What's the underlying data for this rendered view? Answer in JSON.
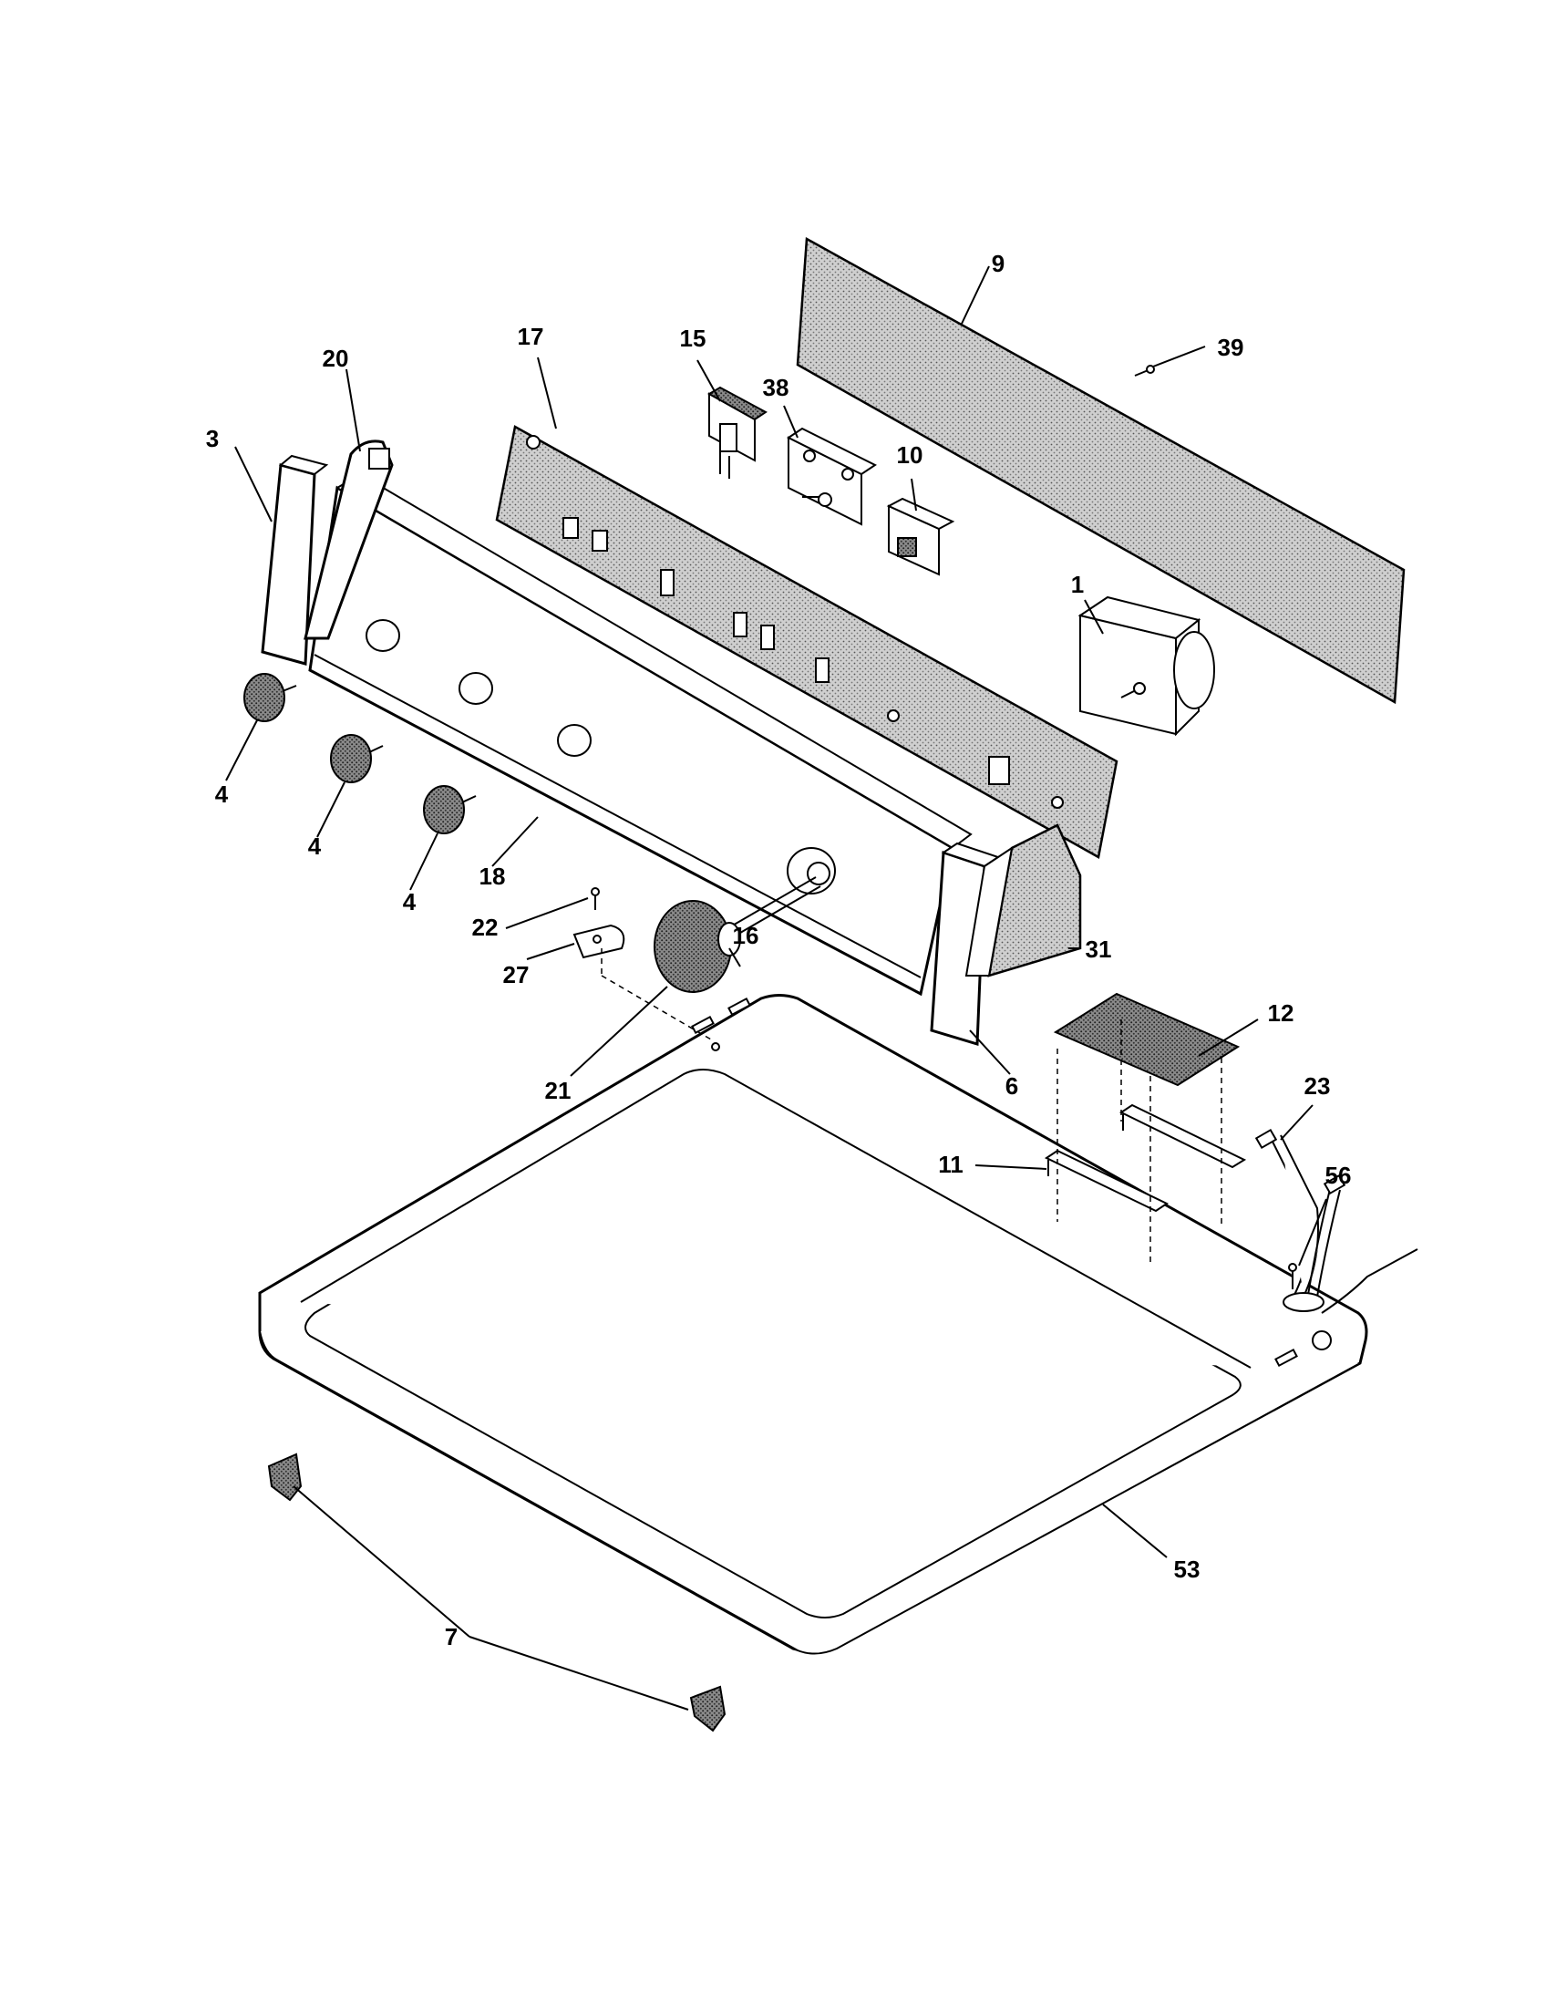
{
  "parts": [
    {
      "id": "p1",
      "label": "1"
    },
    {
      "id": "p3",
      "label": "3"
    },
    {
      "id": "p4a",
      "label": "4"
    },
    {
      "id": "p4b",
      "label": "4"
    },
    {
      "id": "p4c",
      "label": "4"
    },
    {
      "id": "p6",
      "label": "6"
    },
    {
      "id": "p7",
      "label": "7"
    },
    {
      "id": "p9",
      "label": "9"
    },
    {
      "id": "p10",
      "label": "10"
    },
    {
      "id": "p11",
      "label": "11"
    },
    {
      "id": "p12",
      "label": "12"
    },
    {
      "id": "p15",
      "label": "15"
    },
    {
      "id": "p16",
      "label": "16"
    },
    {
      "id": "p17",
      "label": "17"
    },
    {
      "id": "p18",
      "label": "18"
    },
    {
      "id": "p20",
      "label": "20"
    },
    {
      "id": "p21",
      "label": "21"
    },
    {
      "id": "p22",
      "label": "22"
    },
    {
      "id": "p23",
      "label": "23"
    },
    {
      "id": "p27",
      "label": "27"
    },
    {
      "id": "p31",
      "label": "31"
    },
    {
      "id": "p38",
      "label": "38"
    },
    {
      "id": "p39",
      "label": "39"
    },
    {
      "id": "p53",
      "label": "53"
    },
    {
      "id": "p56",
      "label": "56"
    }
  ]
}
